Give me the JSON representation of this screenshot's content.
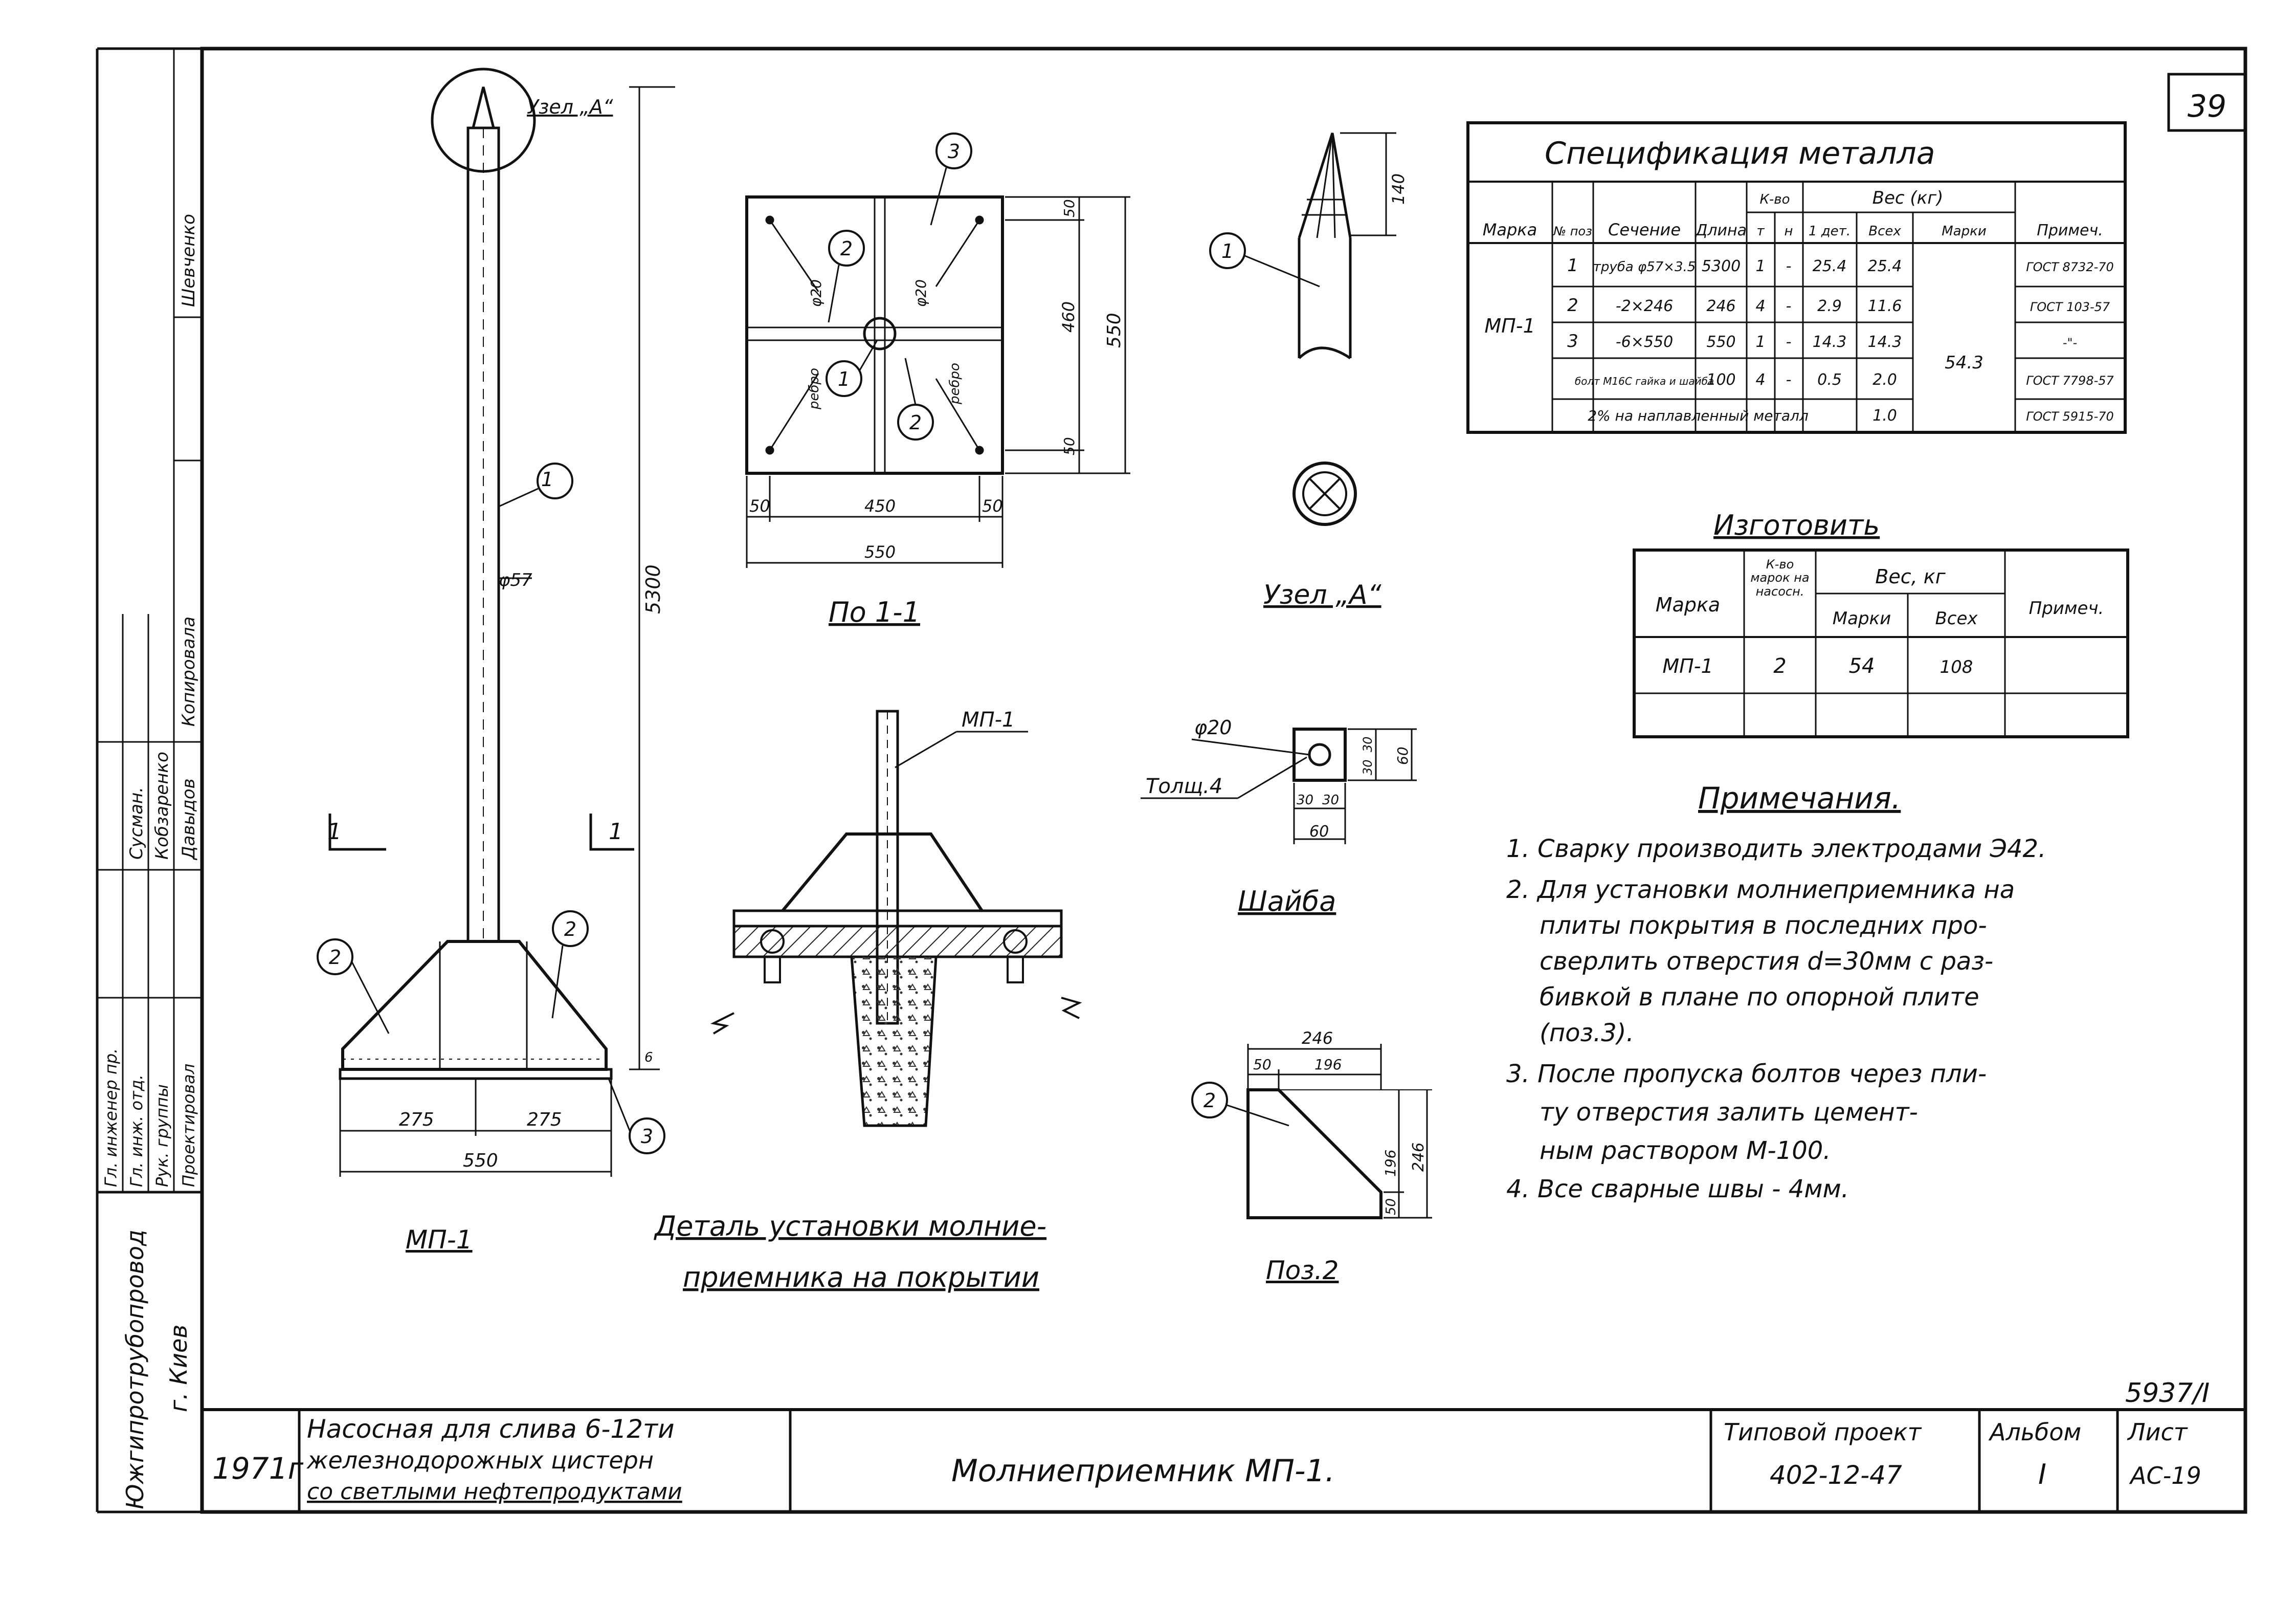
{
  "sheet": {
    "page_number": "39",
    "archive_code": "5937/I",
    "year": "1971г",
    "project_title_lines": [
      "Насосная для слива 6-12ти",
      "железнодорожных цистерн",
      "со светлыми нефтепродуктами"
    ],
    "drawing_title": "Молниеприемник МП-1.",
    "standard_project_label": "Типовой проект",
    "standard_project_value": "402-12-47",
    "album_label": "Альбом",
    "album_value": "I",
    "sheet_label": "Лист",
    "sheet_value": "АС-19",
    "organization": [
      "Южгипротрубопровод",
      "г. Киев"
    ],
    "stamp_roles": [
      "Гл. инженер пр.",
      "Гл. инж. отд.",
      "Рук. группы",
      "Проектировал"
    ],
    "stamp_names": [
      "Сусман.",
      "Кобзаренко",
      "Давыдов",
      "Копировала",
      "Шевченко"
    ]
  },
  "views": {
    "mp1_title": "МП-1",
    "node_a_callout": "Узел „А“",
    "node_a_title": "Узел „А“",
    "section_title": "По 1-1",
    "washer_title": "Шайба",
    "pos2_title": "Поз.2",
    "detail_title_line1": "Деталь установки молние-",
    "detail_title_line2": "приемника на покрытии",
    "detail_mp1_label": "МП-1",
    "section_cut_label": "1",
    "pipe_diameter": "φ57",
    "height_5300": "5300",
    "base_height_6": "6",
    "dim_275_left": "275",
    "dim_275_right": "275",
    "dim_550": "550",
    "plan_dim_50_left": "50",
    "plan_dim_450": "450",
    "plan_dim_50_right": "50",
    "plan_dim_550": "550",
    "plan_dim_50_top": "50",
    "plan_dim_460": "460",
    "plan_dim_50_bottom": "50",
    "plan_dim_550_v": "550",
    "plan_hole_label": "φ20",
    "plan_hole_label_2": "φ20",
    "plan_rib_label": "ребро",
    "node_a_dim": "140",
    "washer_hole": "φ20",
    "washer_thickness": "Толщ.4",
    "washer_dim_30a": "30",
    "washer_dim_30b": "30",
    "washer_dim_60": "60",
    "washer_dim_30c": "30",
    "washer_dim_30d": "30",
    "washer_dim_60v": "60",
    "pos2_dim_246_top": "246",
    "pos2_dim_50": "50",
    "pos2_dim_196_top": "196",
    "pos2_dim_196_side": "196",
    "pos2_dim_246_side": "246",
    "pos2_dim_50_side": "50",
    "markers": [
      "1",
      "2",
      "3"
    ]
  },
  "spec": {
    "title": "Спецификация металла",
    "headers": {
      "marka": "Марка",
      "pos": "№ поз",
      "section": "Сечение",
      "length": "Длина",
      "qty": "К-во",
      "qty_t": "т",
      "qty_n": "н",
      "weight": "Вес (кг)",
      "w_one": "1 дет.",
      "w_all": "Всех",
      "w_mark": "Марки",
      "note": "Примеч."
    },
    "group_mark": "МП-1",
    "mark_total": "54.3",
    "rows": [
      {
        "pos": "1",
        "section": "труба φ57×3.5",
        "length": "5300",
        "qt": "1",
        "qn": "-",
        "w1": "25.4",
        "wall": "25.4",
        "note": "ГОСТ 8732-70"
      },
      {
        "pos": "2",
        "section": "-2×246",
        "length": "246",
        "qt": "4",
        "qn": "-",
        "w1": "2.9",
        "wall": "11.6",
        "note": "ГОСТ 103-57"
      },
      {
        "pos": "3",
        "section": "-6×550",
        "length": "550",
        "qt": "1",
        "qn": "-",
        "w1": "14.3",
        "wall": "14.3",
        "note": "-\"-"
      },
      {
        "pos": "",
        "section": "болт М16С гайка и шайба",
        "length": "100",
        "qt": "4",
        "qn": "-",
        "w1": "0.5",
        "wall": "2.0",
        "note": "ГОСТ 7798-57"
      },
      {
        "pos": "",
        "section": "2% на наплавленный металл",
        "length": "",
        "qt": "",
        "qn": "",
        "w1": "",
        "wall": "1.0",
        "note": "ГОСТ 5915-70"
      }
    ]
  },
  "fabricate": {
    "title": "Изготовить",
    "headers": {
      "marka": "Марка",
      "count": "К-во марок на насосн.",
      "weight": "Вес, кг",
      "w_mark": "Марки",
      "w_all": "Всех",
      "note": "Примеч."
    },
    "rows": [
      {
        "marka": "МП-1",
        "count": "2",
        "w_mark": "54",
        "w_all": "108",
        "note": ""
      }
    ]
  },
  "notes": {
    "title": "Примечания.",
    "lines": [
      "1. Сварку производить электродами Э42.",
      "2. Для установки молниеприемника на",
      "плиты покрытия в последних про-",
      "сверлить отверстия d=30мм с раз-",
      "бивкой в плане по опорной плите",
      "(поз.3).",
      "3. После пропуска болтов через пли-",
      "ту отверстия залить цемент-",
      "ным раствором М-100.",
      "4. Все сварные швы - 4мм."
    ]
  }
}
